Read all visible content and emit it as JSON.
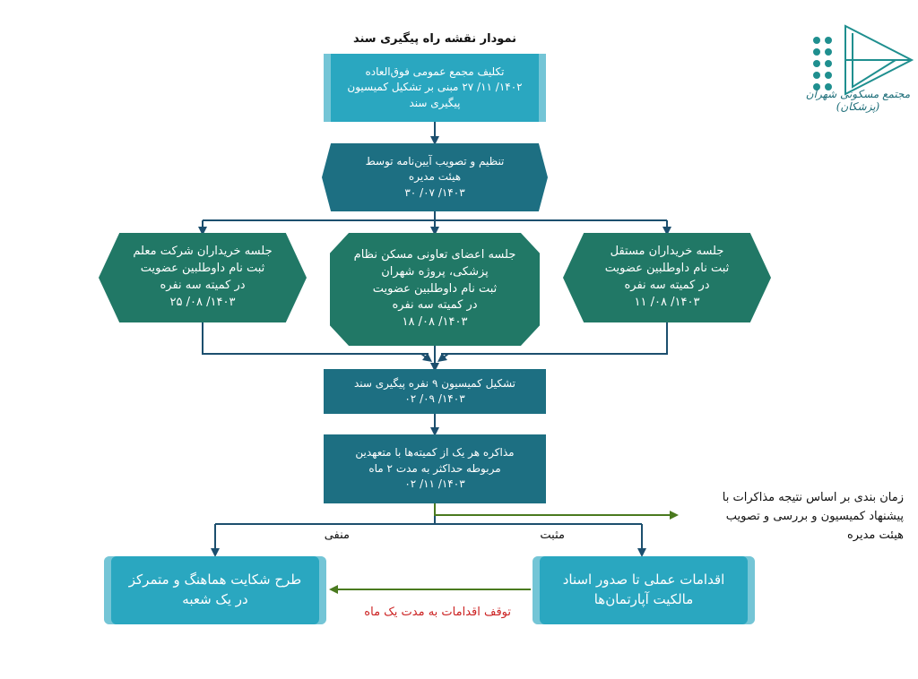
{
  "title": "نمودار نقشه راه پیگیری سند",
  "nodes": {
    "n1": [
      "تکلیف مجمع عمومی فوق‌العاده",
      "۱۴۰۲/ ۱۱/ ۲۷ مبنی بر تشکیل کمیسیون",
      "پیگیری سند"
    ],
    "n2": [
      "تنظیم و تصویب آیین‌نامه توسط",
      "هیئت مدیره",
      "۱۴۰۳/ ۰۷/ ۳۰"
    ],
    "left": [
      "جلسه خریداران شرکت معلم",
      "ثبت نام داوطلبین عضویت",
      "در کمیته سه نفره",
      "۱۴۰۳/ ۰۸/ ۲۵"
    ],
    "center": [
      "جلسه اعضای تعاونی مسکن نظام",
      "پزشکی، پروژه شهران",
      "ثبت نام داوطلبین عضویت",
      "در کمیته سه نفره",
      "۱۴۰۳/ ۰۸/ ۱۸"
    ],
    "right": [
      "جلسه خریداران مستقل",
      "ثبت نام داوطلبین عضویت",
      "در کمیته سه نفره",
      "۱۴۰۳/ ۰۸/ ۱۱"
    ],
    "n4": [
      "تشکیل کمیسیون ۹ نفره پیگیری سند",
      "۱۴۰۳/ ۰۹/ ۰۲"
    ],
    "n5": [
      "مذاکره هر یک از کمیته‌ها با متعهدین",
      "مربوطه حداکثر به مدت ۲ ماه",
      "۱۴۰۳/ ۱۱/ ۰۲"
    ],
    "bottom_left": [
      "طرح شکایت هماهنگ و متمرکز",
      "در یک شعبه"
    ],
    "bottom_right": [
      "اقدامات عملی تا صدور اسناد",
      "مالکیت آپارتمان‌ها"
    ]
  },
  "side_note": [
    "زمان بندی بر اساس نتیجه مذاکرات با",
    "پیشنهاد کمیسیون و بررسی و تصویب",
    "هیئت مدیره"
  ],
  "branch_labels": {
    "negative": "منفی",
    "positive": "مثبت"
  },
  "stop_label": "توقف اقدامات به مدت یک ماه",
  "logo_text": "مجتمع مسکونی شهران (پزشکان)",
  "colors": {
    "light_teal": "#2aa7c0",
    "dark_teal": "#1d6f82",
    "green": "#217866",
    "arrow": "#1c4f6e",
    "green_arrow": "#4a7a1f",
    "red_text": "#cc2222",
    "logo": "#1f8f8f"
  }
}
